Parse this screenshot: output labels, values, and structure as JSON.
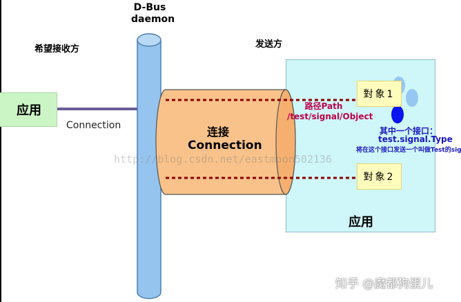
{
  "dbus_title": [
    "D-Bus",
    "daemon"
  ],
  "receiver_label": "希望接收方",
  "sender_label": "发送方",
  "left_app_label": "应用",
  "connection_line_label": "Connection",
  "pipe_label_cn": "连接",
  "pipe_label_en": "Connection",
  "path_label_line1": "路径Path",
  "path_label_line2": "/test/signal/Object",
  "object1_label": "對象1",
  "object2_label": "對象2",
  "interface_title": "其中一个接口：",
  "interface_name": "test.signal.Type",
  "interface_desc": "将在这个接口发送一个叫做Test的signal",
  "right_app_label": "应用",
  "watermark": "http://blog.csdn.net/eastmoon502136",
  "zhihu_watermark": "知乎 @魔都狗蛋儿",
  "colors": {
    "dbus_pipe": "#95c4ee",
    "connection_pipe": "#f8c28a",
    "dashed_line": "#8b0000",
    "bubble_light": "#98c6f2",
    "bubble_dark": "#0a14f0"
  }
}
